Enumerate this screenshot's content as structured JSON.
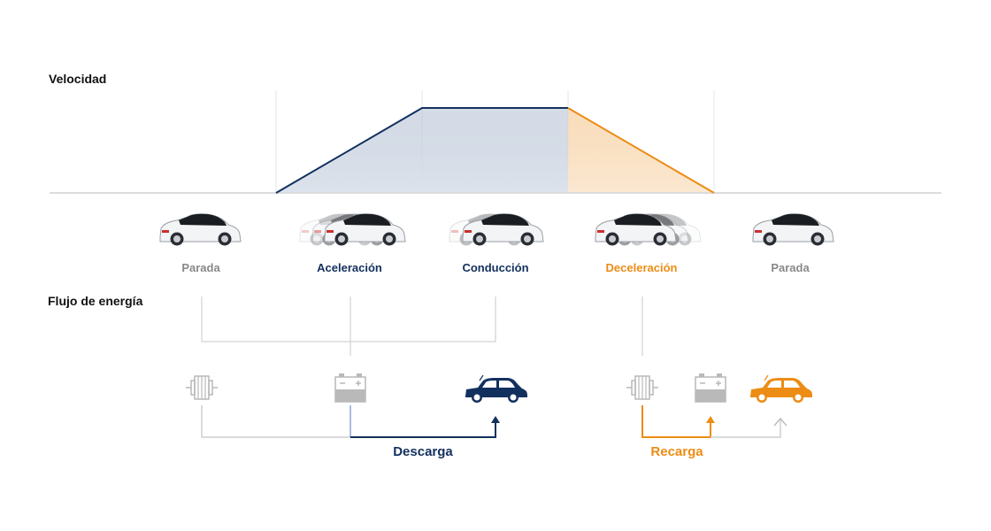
{
  "speed_section": {
    "title": "Velocidad"
  },
  "energy_section": {
    "title": "Flujo de energía"
  },
  "stages": [
    {
      "label": "Parada",
      "color": "#888888"
    },
    {
      "label": "Aceleración",
      "color": "#12305e"
    },
    {
      "label": "Conducción",
      "color": "#12305e"
    },
    {
      "label": "Deceleración",
      "color": "#ec8c14"
    },
    {
      "label": "Parada",
      "color": "#888888"
    }
  ],
  "flows": {
    "discharge": {
      "label": "Descarga",
      "color": "#12305e"
    },
    "recharge": {
      "label": "Recarga",
      "color": "#ec8c14"
    }
  },
  "icons": [
    "car-icon",
    "motor-icon",
    "battery-icon",
    "arrow-up-icon"
  ],
  "colors": {
    "navy": "#12305e",
    "orange": "#ec8c14",
    "gray": "#c8c8c8"
  }
}
